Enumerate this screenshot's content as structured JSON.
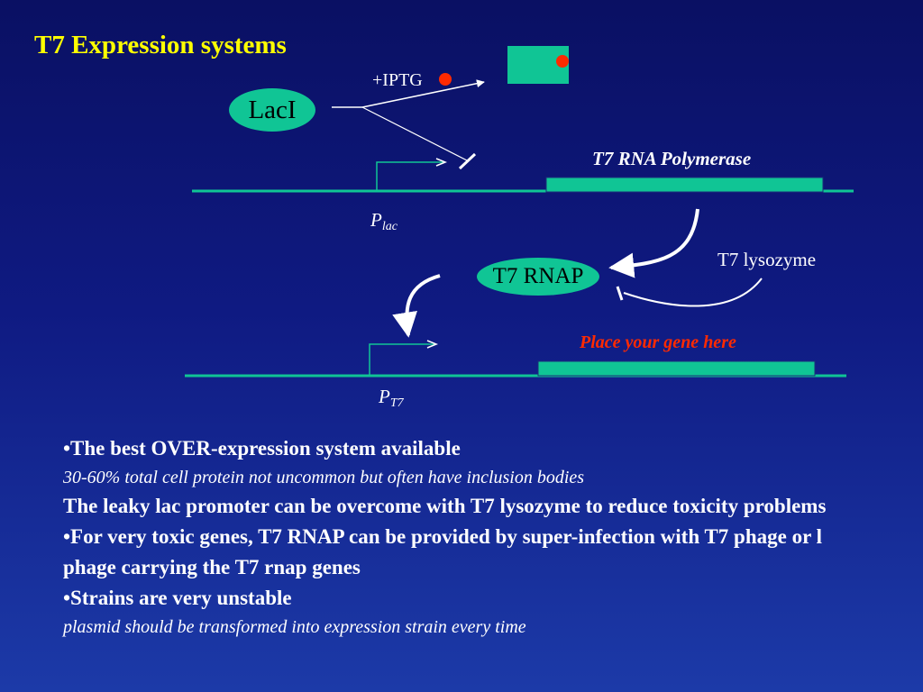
{
  "slide": {
    "title": "T7 Expression systems"
  },
  "diagram": {
    "laci_label": "LacI",
    "iptg_label": "+IPTG",
    "t7_rna_polymerase_label": "T7 RNA Polymerase",
    "p_lac_main": "P",
    "p_lac_sub": "lac",
    "t7_rnap_label": "T7 RNAP",
    "t7_lysozyme_label": "T7 lysozyme",
    "gene_label": "Place your gene here",
    "p_t7_main": "P",
    "p_t7_sub": "T7"
  },
  "colors": {
    "title": "#ffff00",
    "pill_fill": "#10c595",
    "dna_line": "#10c595",
    "inducer_dot": "#ff2a00",
    "gene_label": "#ff2a00"
  },
  "bullets": [
    {
      "text": "•The best OVER-expression system available",
      "style": "bold"
    },
    {
      "text": "30-60% total cell protein not uncommon but often have inclusion bodies",
      "style": "italic"
    },
    {
      "text": "The leaky lac promoter can be overcome with T7 lysozyme to reduce toxicity problems",
      "style": "bold"
    },
    {
      "text": "•For very toxic genes, T7 RNAP can be provided by super-infection with T7 phage or l phage carrying the T7 rnap genes",
      "style": "bold"
    },
    {
      "text": "•Strains are very unstable",
      "style": "bold"
    },
    {
      "text": "plasmid should be transformed into expression strain every time",
      "style": "italic"
    }
  ]
}
